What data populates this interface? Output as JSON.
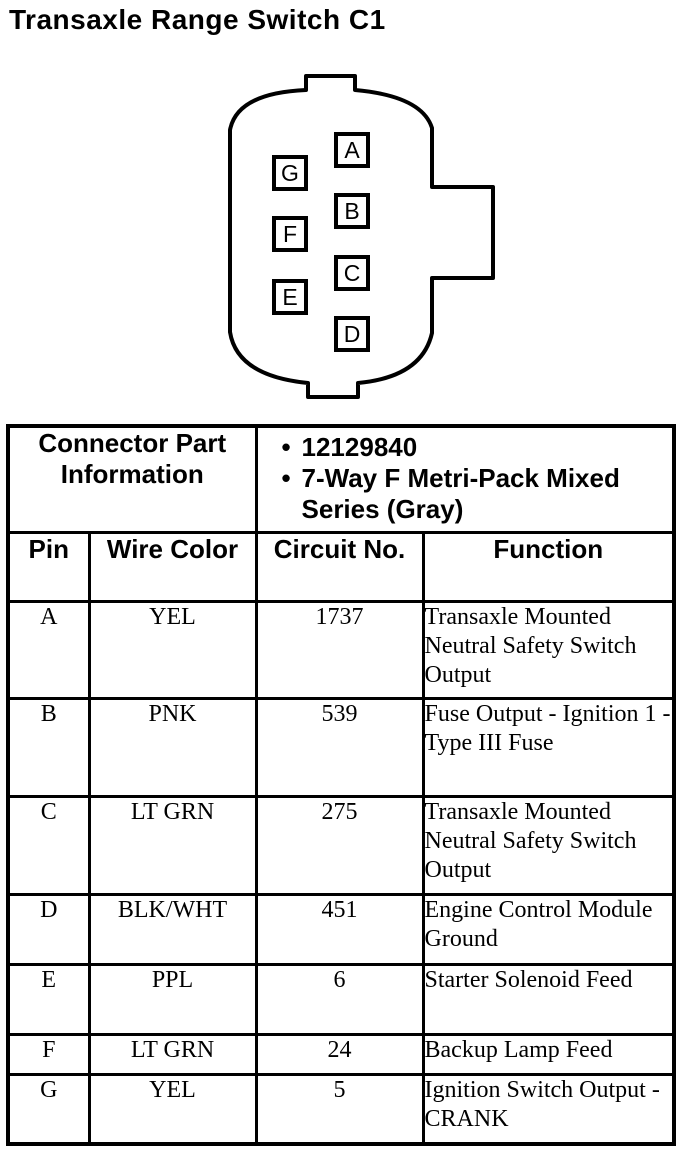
{
  "title": "Transaxle Range Switch C1",
  "connector": {
    "pins_left": [
      "G",
      "F",
      "E"
    ],
    "pins_right": [
      "A",
      "B",
      "C",
      "D"
    ]
  },
  "part_info": {
    "label": "Connector Part Information",
    "items": [
      "12129840",
      "7-Way F Metri-Pack Mixed Series (Gray)"
    ]
  },
  "columns": [
    "Pin",
    "Wire Color",
    "Circuit No.",
    "Function"
  ],
  "rows": [
    {
      "pin": "A",
      "color": "YEL",
      "circuit": "1737",
      "function": "Transaxle Mounted Neutral Safety Switch Output"
    },
    {
      "pin": "B",
      "color": "PNK",
      "circuit": "539",
      "function": "Fuse Output - Ignition 1 - Type III Fuse"
    },
    {
      "pin": "C",
      "color": "LT GRN",
      "circuit": "275",
      "function": "Transaxle Mounted Neutral Safety Switch Output"
    },
    {
      "pin": "D",
      "color": "BLK/WHT",
      "circuit": "451",
      "function": "Engine Control Module Ground"
    },
    {
      "pin": "E",
      "color": "PPL",
      "circuit": "6",
      "function": "Starter Solenoid Feed"
    },
    {
      "pin": "F",
      "color": "LT GRN",
      "circuit": "24",
      "function": "Backup Lamp Feed"
    },
    {
      "pin": "G",
      "color": "YEL",
      "circuit": "5",
      "function": "Ignition Switch Output - CRANK"
    }
  ]
}
